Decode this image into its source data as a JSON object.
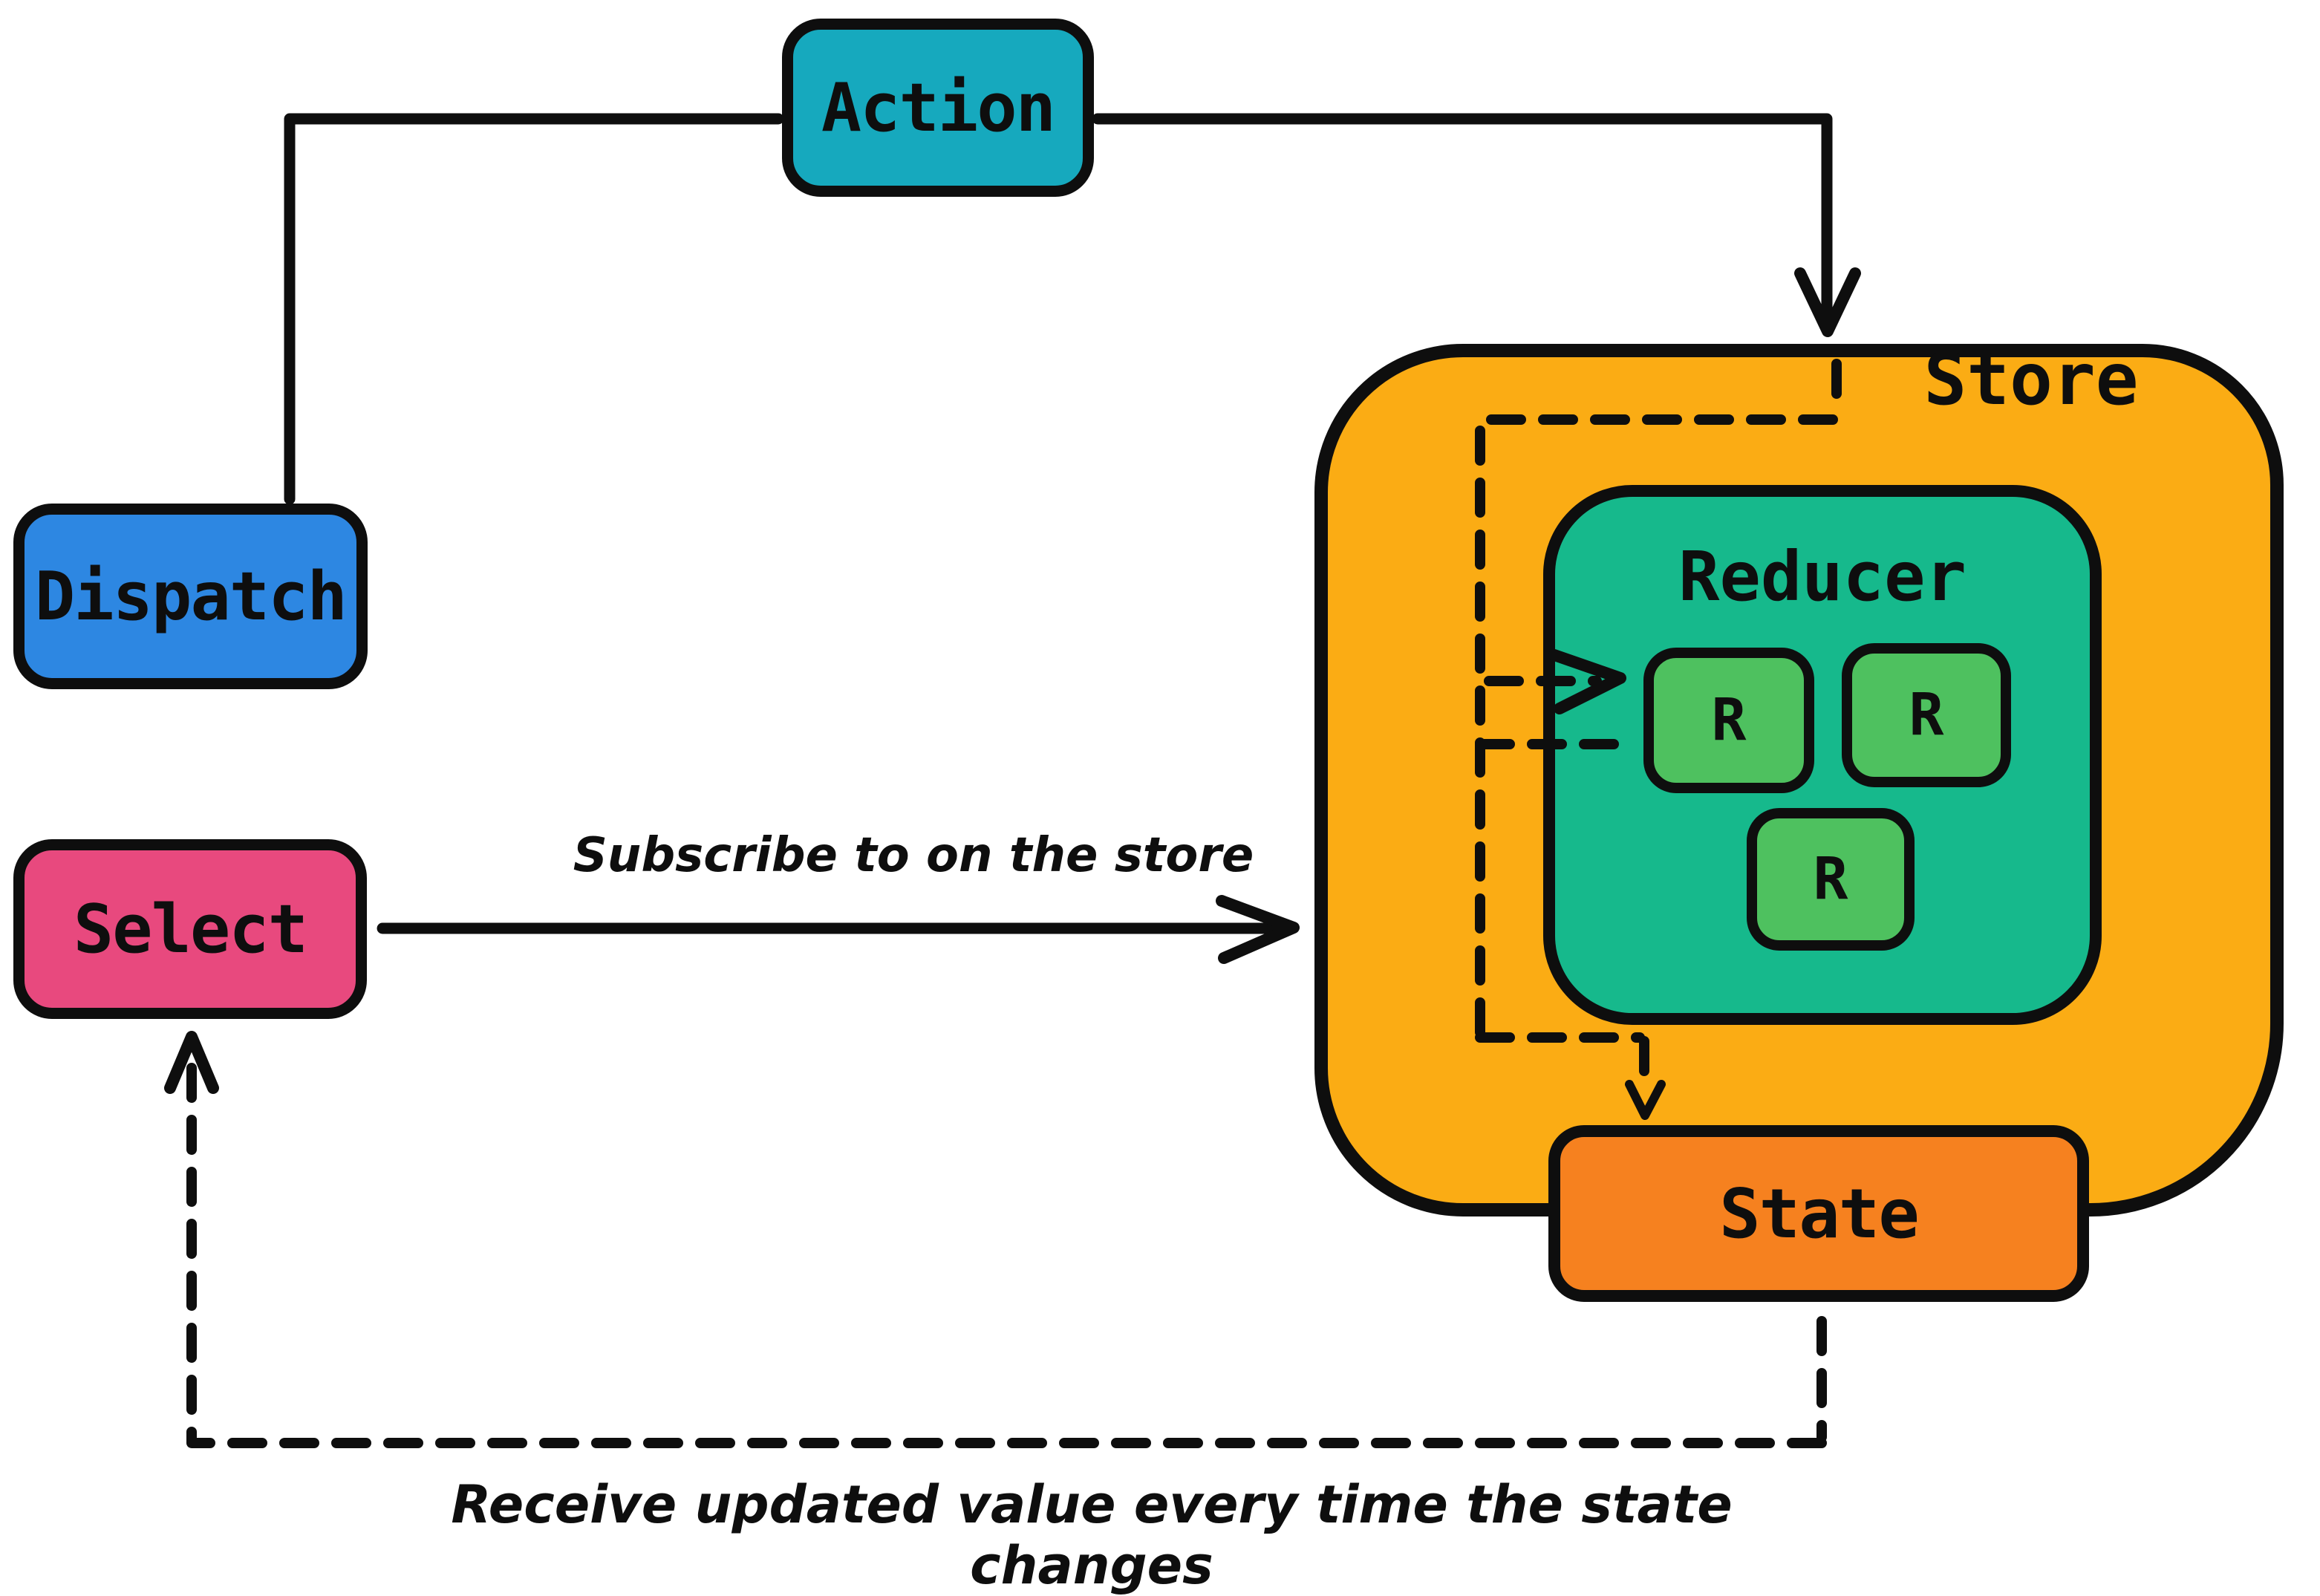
{
  "nodes": {
    "action": {
      "label": "Action",
      "color": "#16A9BE"
    },
    "dispatch": {
      "label": "Dispatch",
      "color": "#2D87E2"
    },
    "select": {
      "label": "Select",
      "color": "#E8497E"
    },
    "store": {
      "label": "Store",
      "color": "#FBAC14"
    },
    "reducer": {
      "label": "Reducer",
      "color": "#16B98C"
    },
    "reducer_items": [
      {
        "label": "R"
      },
      {
        "label": "R"
      },
      {
        "label": "R"
      }
    ],
    "state": {
      "label": "State",
      "color": "#F6811F"
    }
  },
  "annotations": {
    "subscribe": "Subscribe to on the store",
    "receive": "Receive updated value every time the state changes"
  },
  "edges": [
    {
      "from": "dispatch",
      "to": "action",
      "style": "solid"
    },
    {
      "from": "action",
      "to": "store",
      "style": "solid-arrow"
    },
    {
      "from": "select",
      "to": "store",
      "style": "solid-arrow",
      "label": "Subscribe to on the store"
    },
    {
      "from": "action-entry",
      "to": "reducer",
      "style": "dashed-arrow"
    },
    {
      "from": "reducer",
      "to": "state",
      "style": "dashed-arrow"
    },
    {
      "from": "state",
      "to": "select",
      "style": "dashed-arrow",
      "label": "Receive updated value every time the state changes"
    }
  ],
  "colors": {
    "background": "#ffffff",
    "line": "#0e0e0e",
    "r_box": "#4EC15F"
  }
}
